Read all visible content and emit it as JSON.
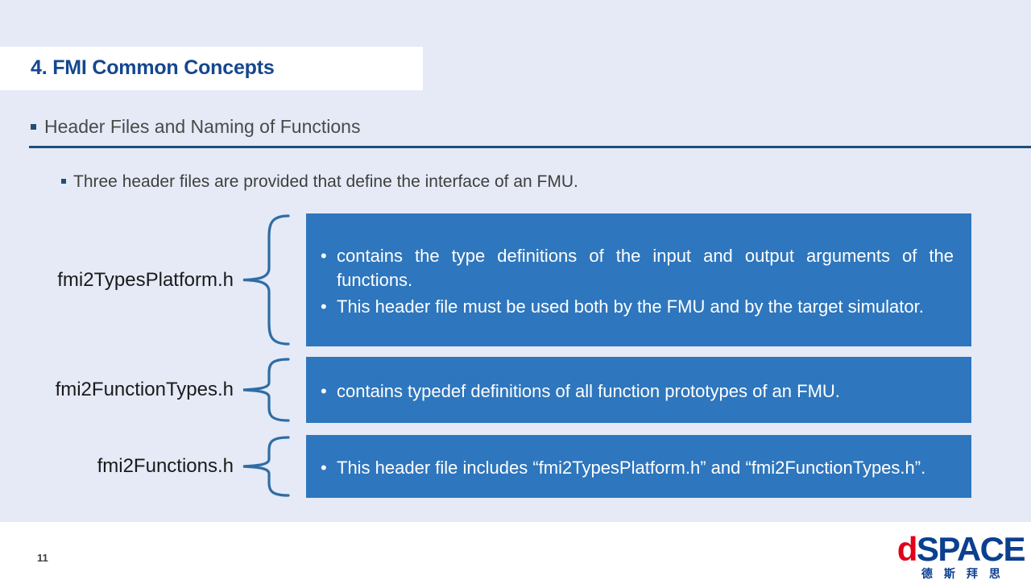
{
  "slide": {
    "title": "4. FMI Common Concepts",
    "subtitle": "Header Files and Naming of Functions",
    "intro": "Three header files are provided that define the interface of an FMU.",
    "page_number": "11",
    "colors": {
      "background": "#e5eaf6",
      "title_text": "#14478f",
      "rule": "#1f4e79",
      "box_fill": "#2e76bd",
      "box_text": "#ffffff",
      "brace": "#2e6da4",
      "logo_red": "#e2001a",
      "logo_blue": "#0b3f8f"
    }
  },
  "groups": [
    {
      "label": "fmi2TypesPlatform.h",
      "bullets": [
        "contains the type definitions of the input and output arguments of the functions.",
        "This header file must be used both by the FMU and by the target simulator."
      ]
    },
    {
      "label": "fmi2FunctionTypes.h",
      "bullets": [
        "contains typedef definitions of all function prototypes of an FMU."
      ]
    },
    {
      "label": "fmi2Functions.h",
      "bullets": [
        "This header file includes “fmi2TypesPlatform.h” and “fmi2FunctionTypes.h”."
      ]
    }
  ],
  "logo": {
    "word_first": "d",
    "word_rest": "SPACE",
    "chinese": "德斯拜思"
  }
}
